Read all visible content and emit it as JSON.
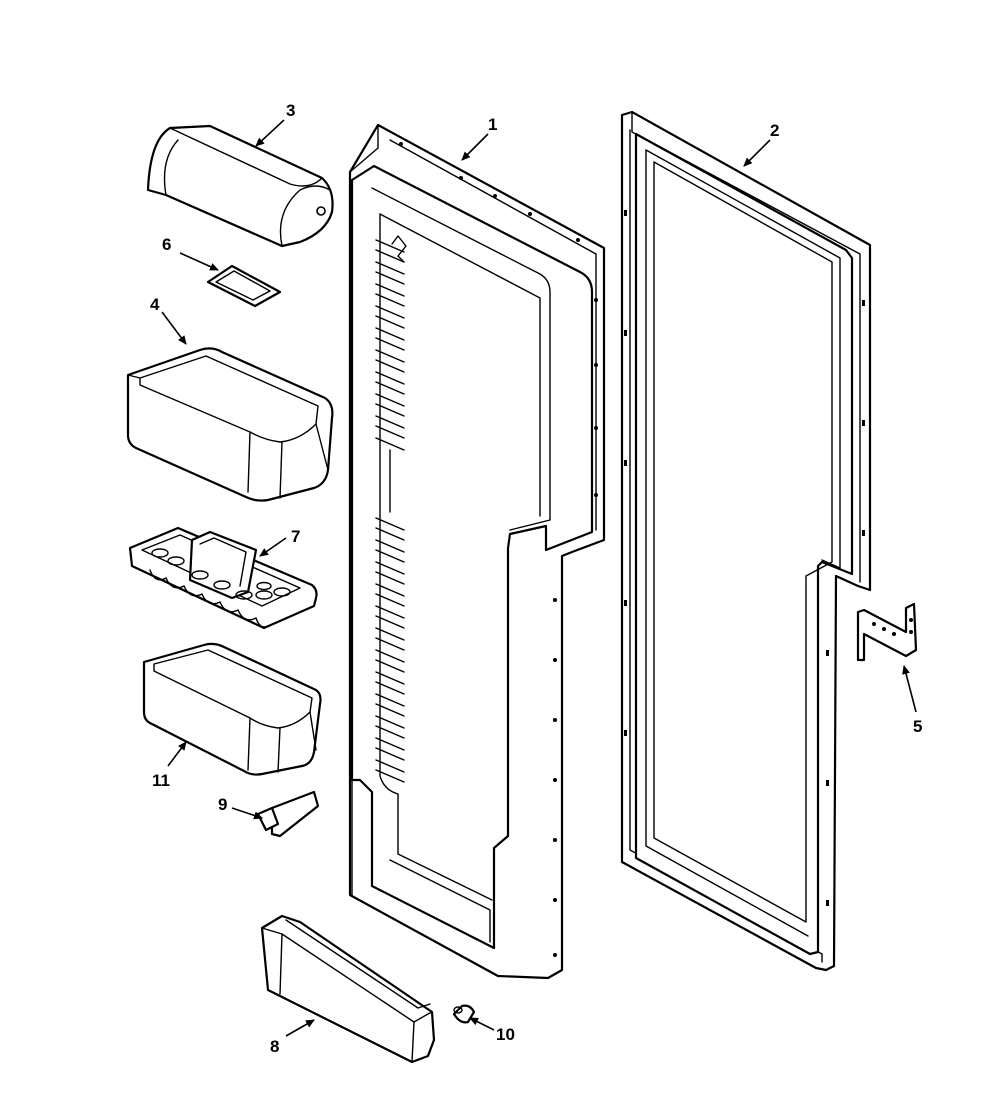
{
  "diagram": {
    "type": "exploded-parts-view",
    "callouts": [
      {
        "id": "1",
        "text": "1"
      },
      {
        "id": "2",
        "text": "2"
      },
      {
        "id": "3",
        "text": "3"
      },
      {
        "id": "4",
        "text": "4"
      },
      {
        "id": "5",
        "text": "5"
      },
      {
        "id": "6",
        "text": "6"
      },
      {
        "id": "7",
        "text": "7"
      },
      {
        "id": "8",
        "text": "8"
      },
      {
        "id": "9",
        "text": "9"
      },
      {
        "id": "10",
        "text": "10"
      },
      {
        "id": "11",
        "text": "11"
      }
    ]
  },
  "colors": {
    "line": "#000000",
    "background": "#ffffff"
  }
}
